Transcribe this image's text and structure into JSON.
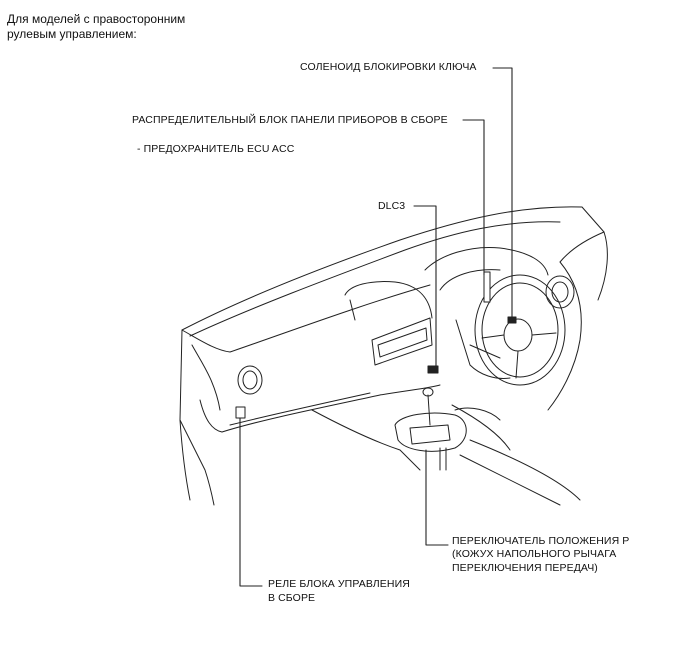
{
  "header": {
    "line1": "Для моделей с правосторонним",
    "line2": "рулевым управлением:"
  },
  "labels": {
    "key_solenoid": "СОЛЕНОИД БЛОКИРОВКИ КЛЮЧА",
    "instrument_jb": "РАСПРЕДЕЛИТЕЛЬНЫЙ БЛОК ПАНЕЛИ ПРИБОРОВ В СБОРЕ",
    "fuse": "- ПРЕДОХРАНИТЕЛЬ ECU ACC",
    "dlc3": "DLC3",
    "p_switch_1": "ПЕРЕКЛЮЧАТЕЛЬ ПОЛОЖЕНИЯ P",
    "p_switch_2": "(КОЖУХ НАПОЛЬНОГО РЫЧАГА",
    "p_switch_3": "ПЕРЕКЛЮЧЕНИЯ ПЕРЕДАЧ)",
    "relay_1": "РЕЛЕ БЛОКА УПРАВЛЕНИЯ",
    "relay_2": "В СБОРЕ"
  }
}
